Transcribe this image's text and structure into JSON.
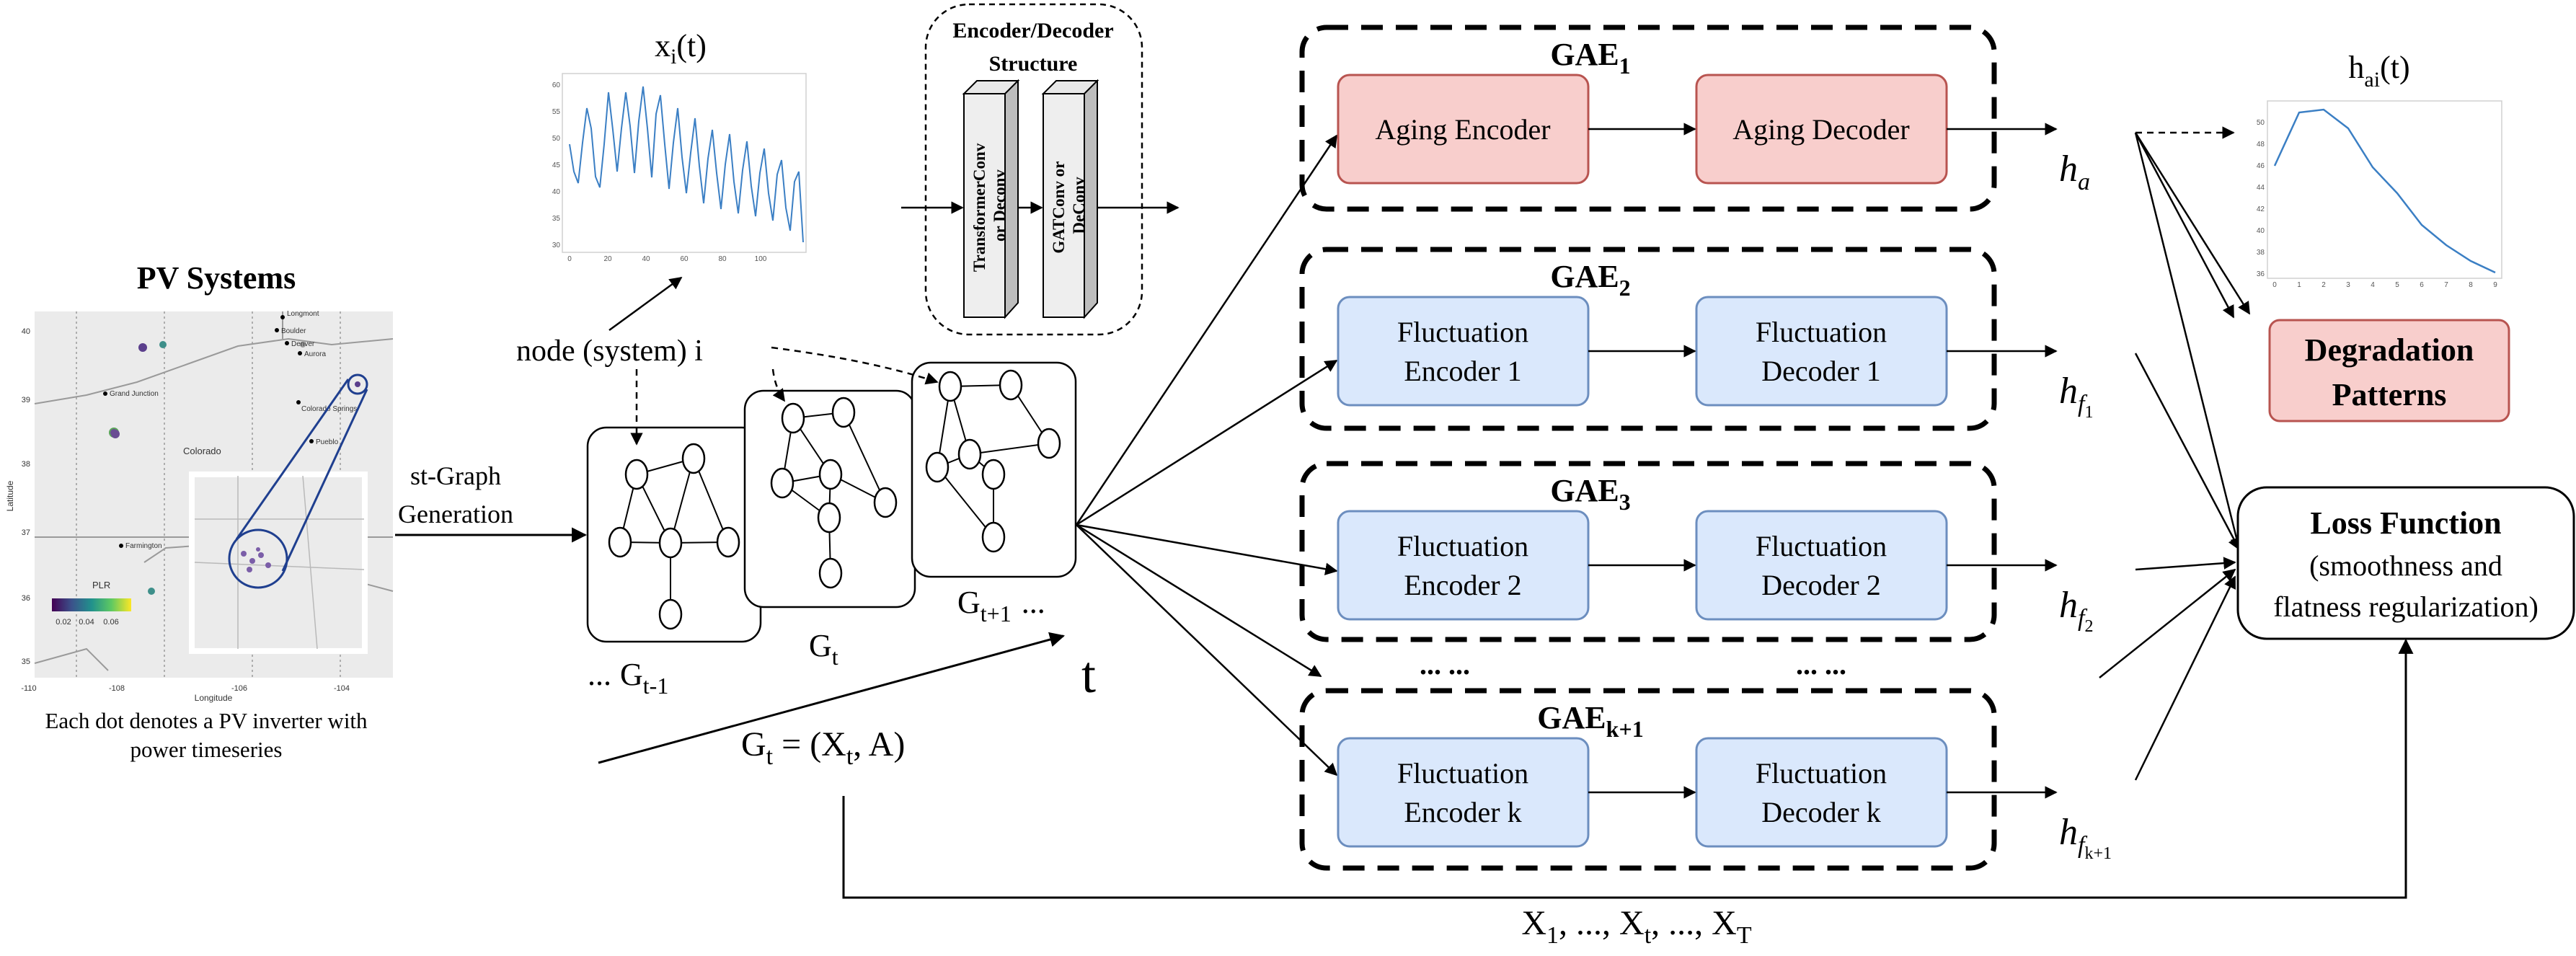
{
  "pv": {
    "title": "PV Systems",
    "caption_line1": "Each dot denotes a PV inverter with",
    "caption_line2": "power timeseries",
    "map": {
      "lat_ticks": [
        "40",
        "39",
        "38",
        "37",
        "36",
        "35"
      ],
      "lon_ticks": [
        "-110",
        "-108",
        "-106",
        "-104"
      ],
      "xlabel": "Longitude",
      "ylabel": "Latitude",
      "state": "Colorado",
      "cities": [
        "Longmont",
        "Boulder",
        "Denver",
        "Aurora",
        "Grand Junction",
        "Colorado Springs",
        "Pueblo",
        "Farmington"
      ],
      "legend_title": "PLR",
      "legend_ticks": [
        "0.02",
        "0.04",
        "0.06"
      ]
    }
  },
  "graph": {
    "st_graph_line1": "st-Graph",
    "st_graph_line2": "Generation",
    "node_label": "node (system) i",
    "g_prev": "G",
    "g_prev_sub": "t-1",
    "g_prev_dots": "...",
    "g_cur": "G",
    "g_cur_sub": "t",
    "g_next": "G",
    "g_next_sub": "t+1",
    "g_next_dots": "...",
    "t_label": "t",
    "gt_eq_g": "G",
    "gt_eq_sub": "t",
    "gt_eq_mid": " = (X",
    "gt_eq_sub2": "t",
    "gt_eq_end": ", A)"
  },
  "xi": {
    "title": "x",
    "title_sub": "i",
    "title_end": "(t)",
    "y_ticks": [
      "60",
      "55",
      "50",
      "45",
      "40",
      "35",
      "30"
    ],
    "x_ticks": [
      "0",
      "20",
      "40",
      "60",
      "80",
      "100"
    ]
  },
  "encdec": {
    "title_line1": "Encoder/Decoder",
    "title_line2": "Structure",
    "block1_line1": "TransformerConv",
    "block1_line2": "or Deconv",
    "block2_line1": "GATConv or",
    "block2_line2": "DeConv"
  },
  "gae": [
    {
      "label": "GAE",
      "sub": "1",
      "enc": [
        "Aging Encoder"
      ],
      "dec": [
        "Aging Decoder"
      ],
      "h": "h",
      "h_sub": "a",
      "h_subsub": ""
    },
    {
      "label": "GAE",
      "sub": "2",
      "enc": [
        "Fluctuation",
        "Encoder 1"
      ],
      "dec": [
        "Fluctuation",
        "Decoder 1"
      ],
      "h": "h",
      "h_sub": "f",
      "h_subsub": "1"
    },
    {
      "label": "GAE",
      "sub": "3",
      "enc": [
        "Fluctuation",
        "Encoder 2"
      ],
      "dec": [
        "Fluctuation",
        "Decoder 2"
      ],
      "h": "h",
      "h_sub": "f",
      "h_subsub": "2"
    },
    {
      "label": "GAE",
      "sub": "k+1",
      "enc": [
        "Fluctuation",
        "Encoder k"
      ],
      "dec": [
        "Fluctuation",
        "Decoder k"
      ],
      "h": "h",
      "h_sub": "f",
      "h_subsub": "k+1"
    }
  ],
  "ellipsis": {
    "left": "... ...",
    "right": "... ..."
  },
  "hai": {
    "title": "h",
    "title_sub": "ai",
    "title_end": "(t)",
    "y_ticks": [
      "50",
      "48",
      "46",
      "44",
      "42",
      "40",
      "38",
      "36"
    ],
    "x_ticks": [
      "0",
      "1",
      "2",
      "3",
      "4",
      "5",
      "6",
      "7",
      "8",
      "9"
    ]
  },
  "degradation": {
    "line1": "Degradation",
    "line2": "Patterns"
  },
  "loss": {
    "title": "Loss Function",
    "line2": "(smoothness and",
    "line3": "flatness regularization)"
  },
  "bottom": {
    "x1": "X",
    "s1": "1",
    "m1": ", ..., X",
    "s2": "t",
    "m2": ", ..., X",
    "s3": "T"
  },
  "colors": {
    "aging_fill": "#f8cecc",
    "aging_stroke": "#b85450",
    "fluct_fill": "#dae8fc",
    "fluct_stroke": "#6c8ebf",
    "line_blue": "#3b7fc4",
    "deg_fill": "#f8cecc",
    "deg_stroke": "#b85450"
  }
}
